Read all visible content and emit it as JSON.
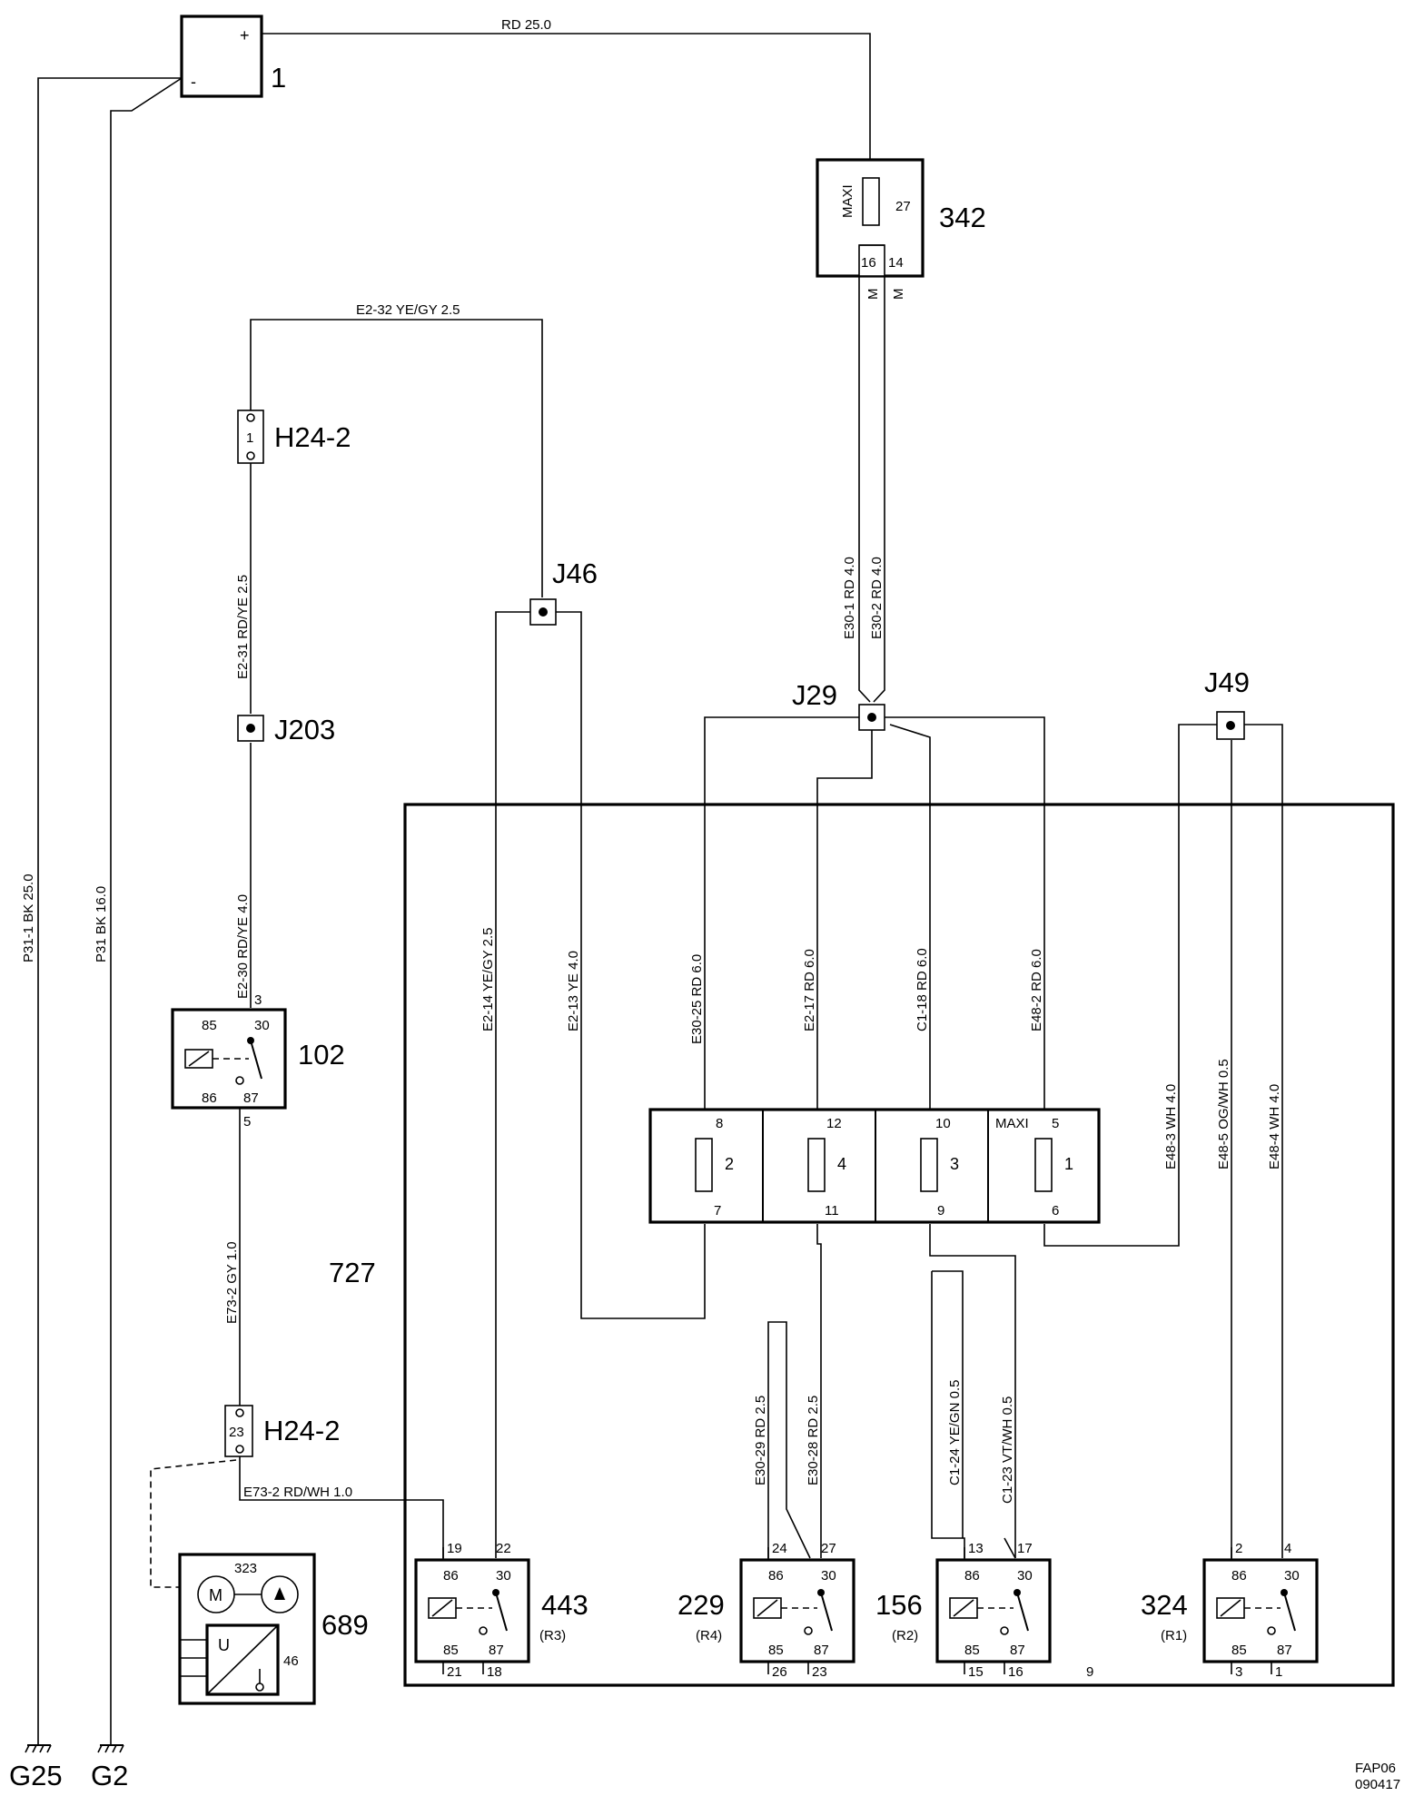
{
  "components": {
    "battery": {
      "id": "1",
      "plus": "+",
      "minus": "-"
    },
    "maxi_fuse": {
      "id": "342",
      "type": "MAXI",
      "fuse": "27",
      "pin_a": "16",
      "pin_b": "14",
      "mark_a": "M",
      "mark_b": "M"
    },
    "connector_h24_top": {
      "id": "H24-2",
      "pin": "1"
    },
    "connector_h24_bottom": {
      "id": "H24-2",
      "pin": "23"
    },
    "junction_j203": {
      "id": "J203"
    },
    "junction_j46": {
      "id": "J46"
    },
    "junction_j29": {
      "id": "J29"
    },
    "junction_j49": {
      "id": "J49"
    },
    "relay_102": {
      "id": "102",
      "p85": "85",
      "p30": "30",
      "p86": "86",
      "p87": "87",
      "pin_in": "3",
      "pin_out": "5"
    },
    "relay_box": {
      "id": "727",
      "pin9": "9"
    },
    "fuse_block": {
      "fuses": [
        {
          "num": "2",
          "top": "8",
          "bottom": "7",
          "maxi": ""
        },
        {
          "num": "4",
          "top": "12",
          "bottom": "11",
          "maxi": ""
        },
        {
          "num": "3",
          "top": "10",
          "bottom": "9",
          "maxi": ""
        },
        {
          "num": "1",
          "top": "5",
          "bottom": "6",
          "maxi": "MAXI"
        }
      ]
    },
    "relays": [
      {
        "id": "443",
        "sub": "(R3)",
        "p86": "86",
        "p30": "30",
        "p85": "85",
        "p87": "87",
        "tl": "19",
        "tr": "22",
        "bl": "21",
        "br": "18"
      },
      {
        "id": "229",
        "sub": "(R4)",
        "p86": "86",
        "p30": "30",
        "p85": "85",
        "p87": "87",
        "tl": "24",
        "tr": "27",
        "bl": "26",
        "br": "23"
      },
      {
        "id": "156",
        "sub": "(R2)",
        "p86": "86",
        "p30": "30",
        "p85": "85",
        "p87": "87",
        "tl": "13",
        "tr": "17",
        "bl": "15",
        "br": "16"
      },
      {
        "id": "324",
        "sub": "(R1)",
        "p86": "86",
        "p30": "30",
        "p85": "85",
        "p87": "87",
        "tl": "2",
        "tr": "4",
        "bl": "3",
        "br": "1"
      }
    ],
    "pump_module": {
      "id": "689",
      "motor_id": "323",
      "motor": "M",
      "sender_id": "46",
      "sender": "U"
    },
    "grounds": {
      "g25": "G25",
      "g2": "G2"
    }
  },
  "wires": {
    "battery_plus": "RD  25.0",
    "e2_32": "E2-32    YE/GY   2.5",
    "h24_to_j203": "E2-31        RD/YE    2.5",
    "j203_to_102": "E2-30        RD/YE    4.0",
    "relay102_out": "E73-2           GY 1.0",
    "e73_2_rdwh": "E73-2   RD/WH   1.0",
    "p31_1": "P31-1    BK   25.0",
    "p31": "P31    BK  16.0",
    "e30_1": "E30-1  RD  4.0",
    "e30_2": "E30-2  RD  4.0",
    "e2_14": "E2-14           YE/GY    2.5",
    "e2_13": "E2-13           YE 4.0",
    "e30_25": "E30-25           RD 6.0",
    "e2_17": "E2-17           RD 6.0",
    "c1_18": "C1-18           RD 6.0",
    "e48_2": "E48-2           RD 6.0",
    "e48_3": "E48-3              WH 4.0",
    "e48_5": "E48-5             OG/WH    0.5",
    "e48_4": "E48-4              WH 4.0",
    "e30_29": "E30-29    RD    2.5",
    "e30_28": "E30-28           RD 2.5",
    "c1_24": "C1-24   YE/GN    0.5",
    "c1_23": "C1-23          VT/WH    0.5"
  },
  "footer": {
    "line1": "FAP06",
    "line2": "090417"
  }
}
